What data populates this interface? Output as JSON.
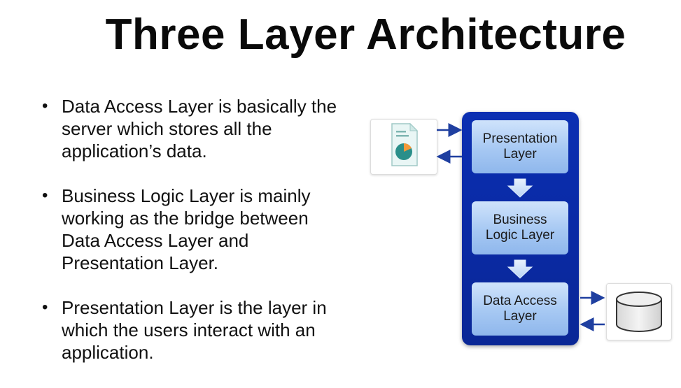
{
  "title": "Three Layer Architecture",
  "bullets": [
    "Data Access Layer is basically the server which stores all the application’s data.",
    "Business Logic Layer is mainly working as the bridge between Data Access Layer and Presentation Layer.",
    "Presentation Layer is the layer in which the users interact with an application."
  ],
  "diagram": {
    "layers": {
      "presentation": "Presentation\nLayer",
      "business": "Business\nLogic Layer",
      "data_access": "Data Access\nLayer"
    },
    "icons": {
      "client": "document-chart-icon",
      "storage": "database-icon"
    }
  },
  "colors": {
    "container": "#0b2fb2",
    "layer_light": "#cfe3fb",
    "layer_dark": "#8fb7ec",
    "arrow": "#1f4fc0",
    "connector": "#1f3fa0"
  }
}
